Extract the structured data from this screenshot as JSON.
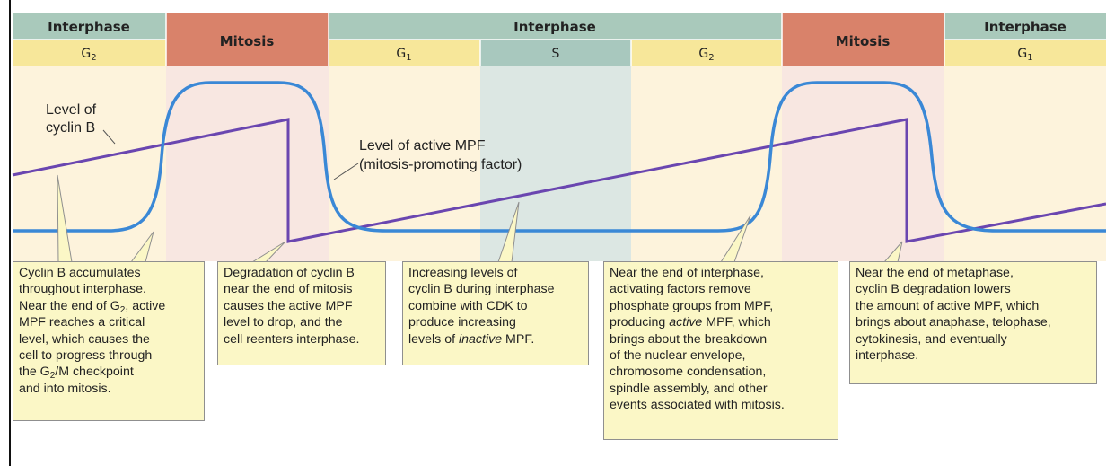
{
  "header": {
    "top_labels": [
      "Interphase",
      "Mitosis",
      "Interphase",
      "Mitosis",
      "Interphase"
    ],
    "sub_labels": [
      "G2",
      "G1",
      "S",
      "G2",
      "G1"
    ]
  },
  "labels": {
    "cyclin_line1": "Level of",
    "cyclin_line2": "cyclin B",
    "mpf_line1": "Level of active MPF",
    "mpf_line2": "(mitosis-promoting factor)"
  },
  "callouts": {
    "c1": {
      "l1": "Cyclin B accumulates",
      "l2": "throughout interphase.",
      "l3a": "Near the end of G",
      "l3sub": "2",
      "l3b": ", active",
      "l4": "MPF reaches a critical",
      "l5": "level, which causes the",
      "l6": "cell to progress through",
      "l7a": "the G",
      "l7sub": "2",
      "l7b": "/M checkpoint",
      "l8": "and into mitosis."
    },
    "c2": {
      "l1": "Degradation of cyclin B",
      "l2": "near the end of mitosis",
      "l3": "causes the active MPF",
      "l4": "level to drop, and the",
      "l5": "cell reenters interphase."
    },
    "c3": {
      "l1": "Increasing levels of",
      "l2": "cyclin B during interphase",
      "l3": "combine with CDK to",
      "l4": "produce increasing",
      "l5a": "levels of ",
      "l5i": "inactive",
      "l5b": " MPF."
    },
    "c4": {
      "l1": "Near the end of interphase,",
      "l2": "activating factors remove",
      "l3": "phosphate groups from MPF,",
      "l4a": "producing ",
      "l4i": "active",
      "l4b": " MPF, which",
      "l5": "brings about the breakdown",
      "l6": "of the nuclear envelope,",
      "l7": "chromosome condensation,",
      "l8": "spindle assembly, and other",
      "l9": "events associated with mitosis."
    },
    "c5": {
      "l1": "Near the end of metaphase,",
      "l2": "cyclin B degradation lowers",
      "l3": "the amount of active MPF, which",
      "l4": "brings about anaphase, telophase,",
      "l5": "cytokinesis, and eventually",
      "l6": "interphase."
    }
  },
  "colors": {
    "interphase_header": "#a9c9bb",
    "mitosis_header": "#d9826a",
    "g_phase_header": "#f7e79a",
    "s_phase_header": "#a8c8be",
    "interphase_band": "#fdf3dc",
    "mitosis_band": "#f8e7e1",
    "s_band": "#dce7e3",
    "cyclin_line": "#6a46b0",
    "mpf_line": "#3a88d6",
    "callout_fill": "#fbf7c6"
  }
}
